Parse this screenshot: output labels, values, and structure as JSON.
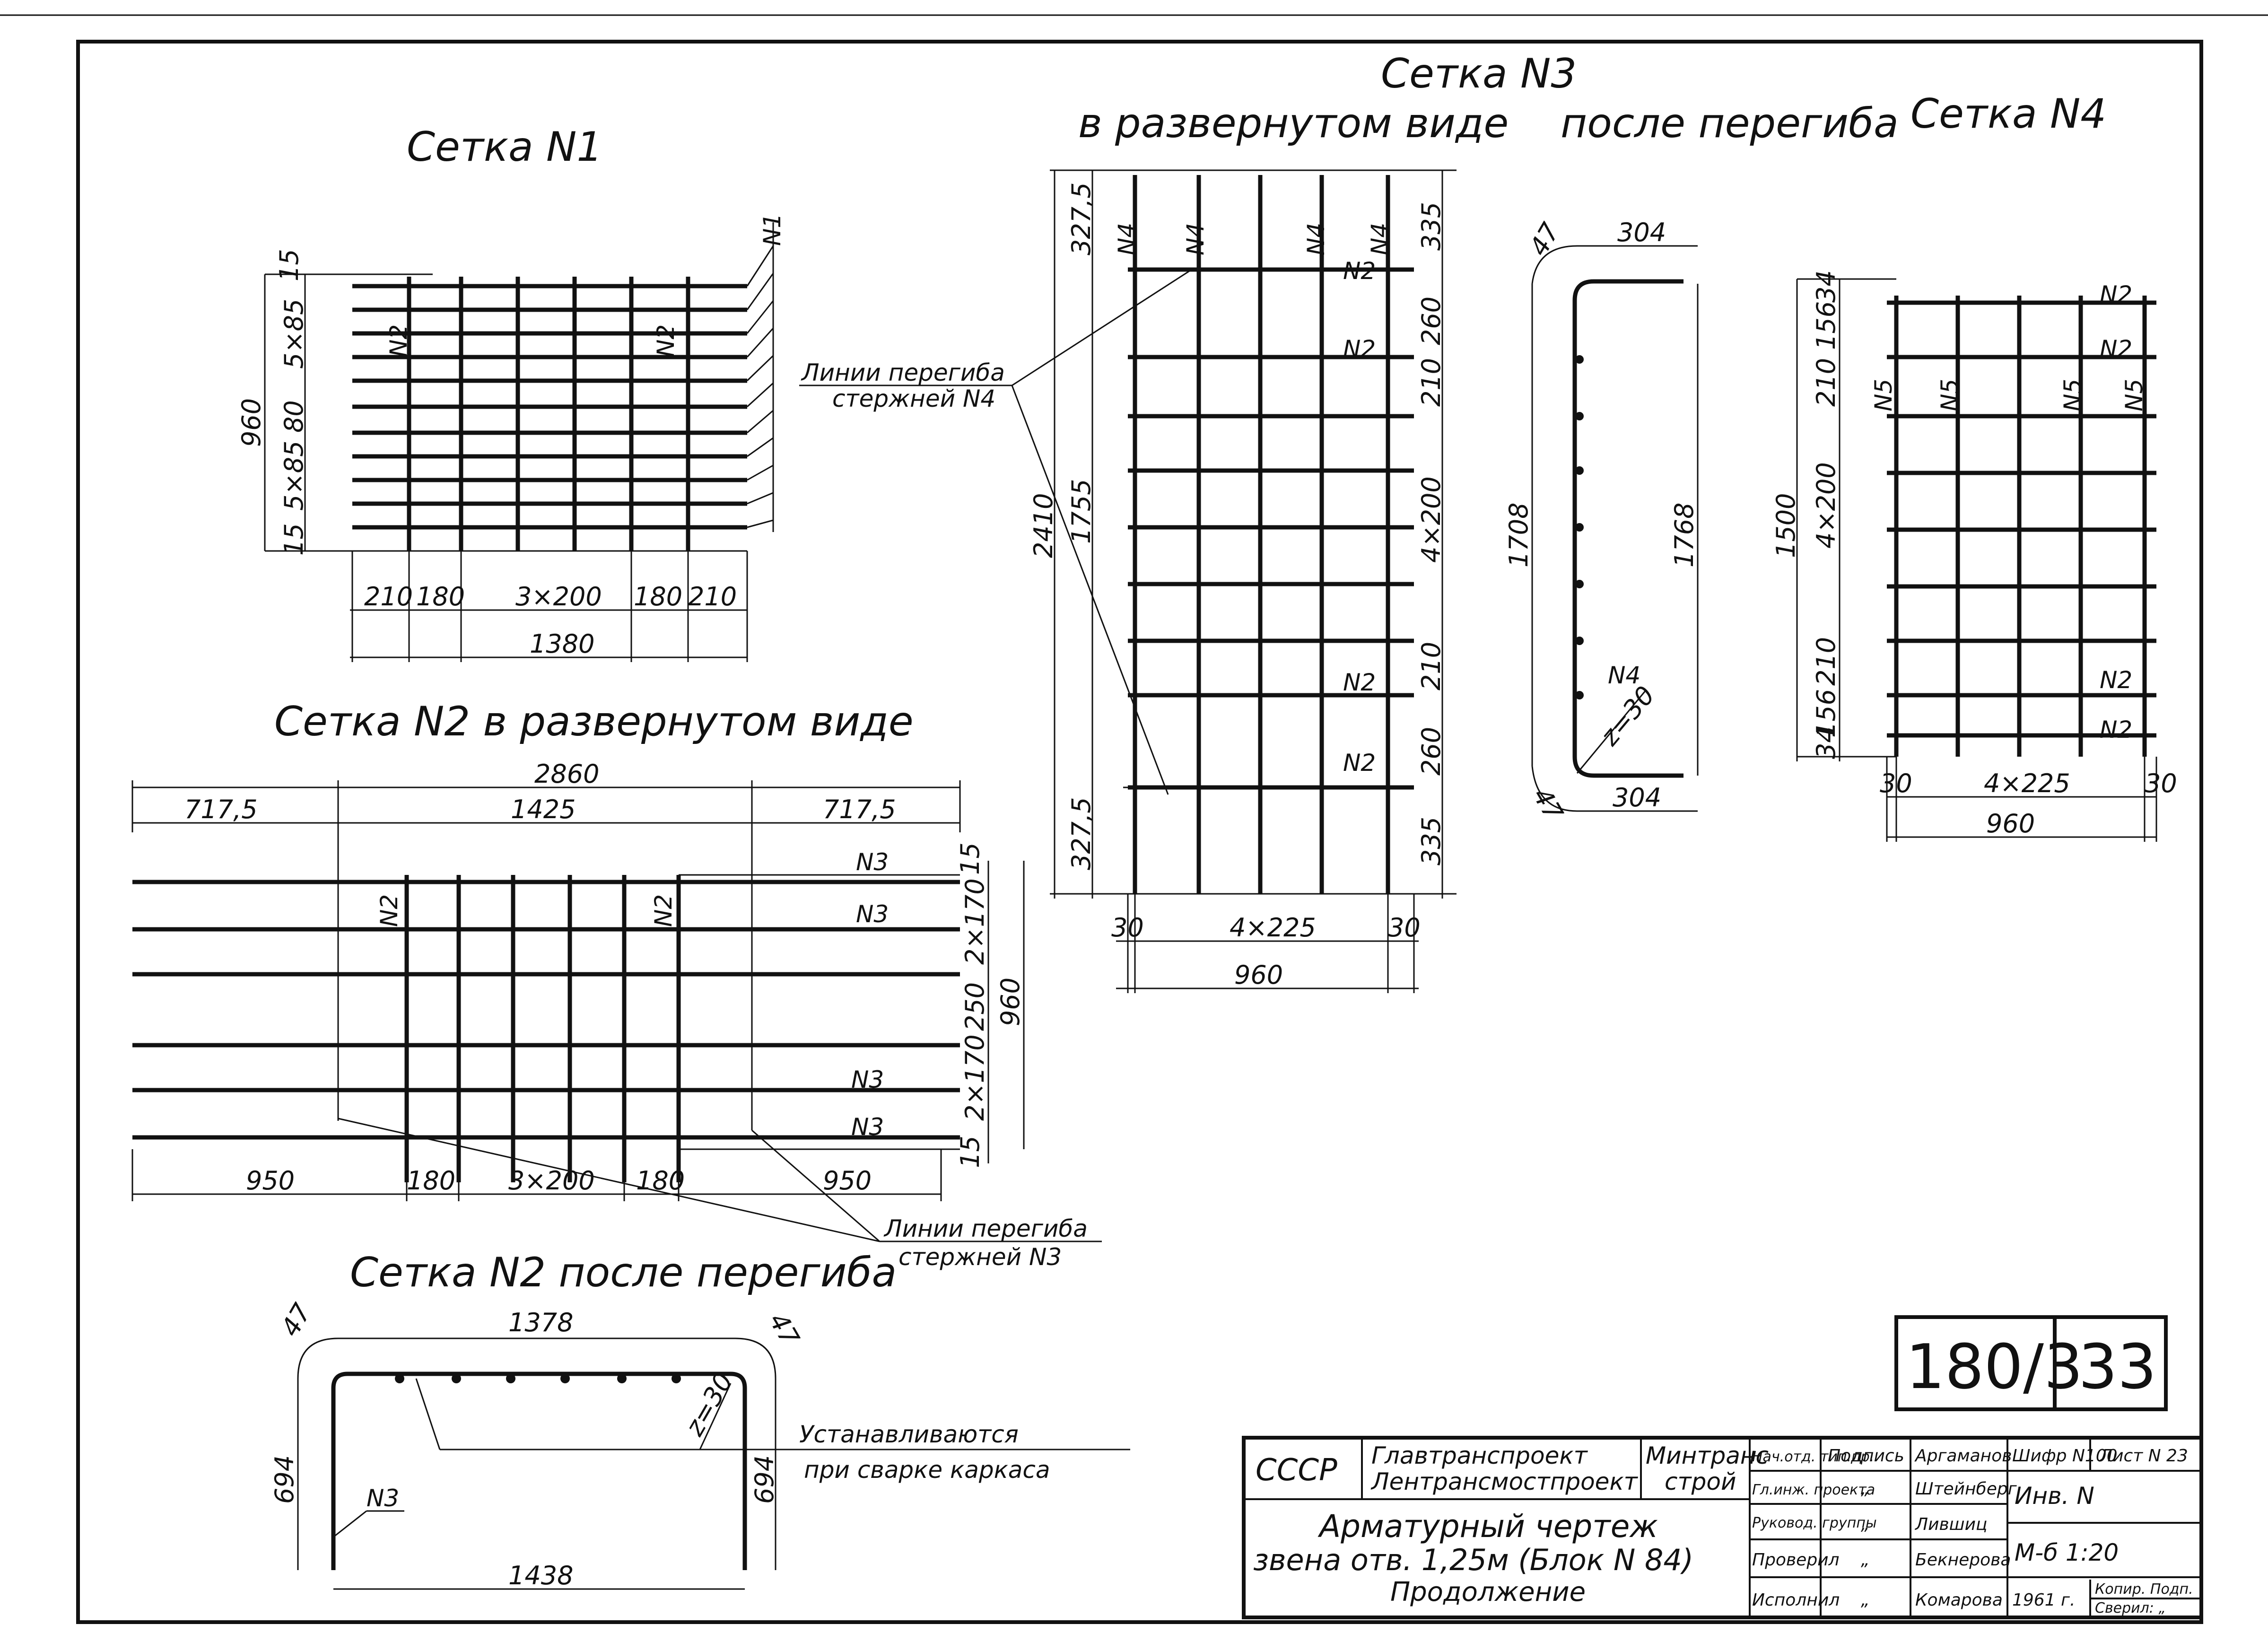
{
  "setka1": {
    "title": "Сетка N1",
    "rod_n1": "N1",
    "rod_n2": "N2",
    "dims_v": [
      "15",
      "5×85",
      "80",
      "5×85",
      "15"
    ],
    "total_v": "960",
    "dims_h": [
      "210",
      "180",
      "3×200",
      "180",
      "210"
    ],
    "total_h": "1380"
  },
  "setka3": {
    "title": "Сетка N3",
    "sub_flat": "в развернутом виде",
    "sub_bent": "после перегиба",
    "rod_n4": "N4",
    "rod_n2": "N2",
    "dims_v": [
      "335",
      "260",
      "210",
      "4×200",
      "210",
      "260",
      "335"
    ],
    "dims_left": [
      "327,5",
      "1755",
      "2410",
      "327,5"
    ],
    "dims_h": [
      "30",
      "4×225",
      "30"
    ],
    "total_h": "960",
    "bent_dims": [
      "47",
      "304",
      "1708",
      "1768",
      "304",
      "47",
      "z=30"
    ],
    "bent_rod": "N4"
  },
  "setka4": {
    "title": "Сетка N4",
    "rod_n5": "N5",
    "rod_n2": "N2",
    "dims_v": [
      "34",
      "156",
      "210",
      "4×200",
      "210",
      "156",
      "34"
    ],
    "total_v": "1500",
    "dims_h": [
      "30",
      "4×225",
      "30"
    ],
    "total_h": "960"
  },
  "bend_lines_n4": [
    "Линии перегиба",
    "стержней N4"
  ],
  "setka2": {
    "title": "Сетка N2 в развернутом виде",
    "total_top": "2860",
    "dims_top": [
      "717,5",
      "1425",
      "717,5"
    ],
    "rod_n3": "N3",
    "rod_n2": "N2",
    "dims_right": [
      "15",
      "2×170",
      "250",
      "2×170",
      "15"
    ],
    "total_right": "960",
    "dims_bottom": [
      "950",
      "180",
      "3×200",
      "180",
      "950"
    ]
  },
  "bend_lines_n3": [
    "Линии перегиба",
    "стержней N3"
  ],
  "setka2_bent": {
    "title": "Сетка N2 после перегиба",
    "dims": [
      "47",
      "1378",
      "47",
      "694",
      "694",
      "1438",
      "z=30"
    ],
    "rod": "N3",
    "note": [
      "Устанавливаются",
      "при сварке каркаса"
    ]
  },
  "sheet_number": {
    "series": "180/3",
    "sheet": "33"
  },
  "title_block": {
    "country": "СССР",
    "org1": "Главтранспроект",
    "org2": "Лентрансмостпроект",
    "ministry1": "Минтранс",
    "ministry2": "строй",
    "drawing_title1": "Арматурный чертеж",
    "drawing_title2": "звена отв. 1,25м (Блок N 84)",
    "drawing_title3": "Продолжение",
    "roles": [
      "Нач.отд. тип.пр.",
      "Гл.инж. проекта",
      "Руковод. группы",
      "Проверил",
      "Исполнил"
    ],
    "sign_header": "Подпись",
    "sign_marks": [
      "„",
      "„",
      "„",
      "„",
      "„"
    ],
    "names": [
      "Аргаманов",
      "Штейнберг",
      "Лившиц",
      "Бекнерова",
      "Комарова"
    ],
    "code_label": "Шифр N100",
    "sheet_label": "Лист N 23",
    "inv": "Инв. N",
    "scale": "М-б 1:20",
    "year": "1961 г.",
    "copy": "Копир. Подп.",
    "check": "Сверил: „"
  }
}
